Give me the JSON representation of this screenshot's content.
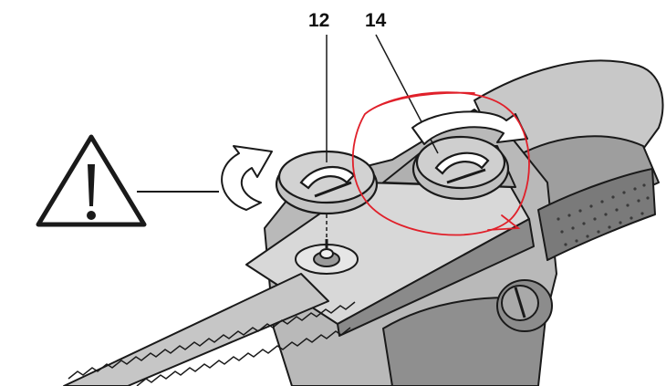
{
  "callouts": {
    "label_12": "12",
    "label_14": "14"
  },
  "figure": {
    "subject": "chainsaw",
    "warning_icon": "warning-triangle-icon",
    "rotation_icons": [
      "rotate-ccw-arrow-icon",
      "rotate-cw-arrow-icon"
    ]
  },
  "colors": {
    "ink": "#1a1a1a",
    "body_gray": "#b9b9b9",
    "body_light": "#d8d8d8",
    "body_dark": "#6f6f6f",
    "markup_red": "#e0202a"
  }
}
